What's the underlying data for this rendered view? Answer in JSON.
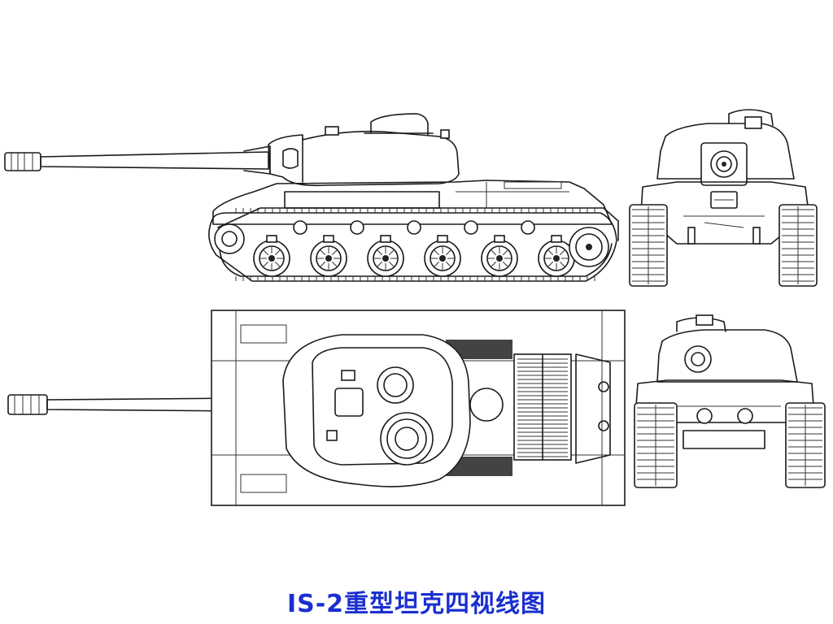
{
  "caption": {
    "text": "IS-2重型坦克四视线图",
    "color": "#1a2fd0"
  },
  "views": [
    {
      "name": "side-view"
    },
    {
      "name": "front-view"
    },
    {
      "name": "top-view"
    },
    {
      "name": "rear-view"
    }
  ],
  "line_color": "#1a1a1a"
}
